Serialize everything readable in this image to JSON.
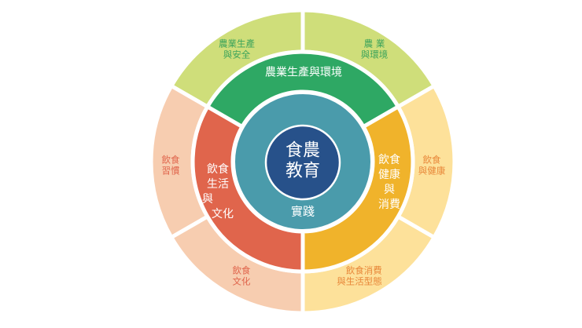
{
  "diagram": {
    "type": "concentric-ring-diagram",
    "center": {
      "title_line1": "食農",
      "title_line2": "教育",
      "practice_label": "實踐"
    },
    "middle_ring": [
      {
        "id": "agri",
        "label": "農業生產與環境",
        "color": "#2ea864"
      },
      {
        "id": "life",
        "label_lines": [
          "飲食",
          "生活",
          "與",
          "文化"
        ],
        "color": "#e0654c"
      },
      {
        "id": "health",
        "label_lines": [
          "飲食",
          "健康",
          "與",
          "消費"
        ],
        "color": "#f0b32b"
      }
    ],
    "outer_ring": [
      {
        "id": "agri-safety",
        "parent": "agri",
        "lines": [
          "農業生產",
          "與安全"
        ],
        "color": "#cfde7a",
        "text_color": "#3aa35a"
      },
      {
        "id": "agri-env",
        "parent": "agri",
        "lines": [
          "農 業",
          "與環境"
        ],
        "color": "#cfde7a",
        "text_color": "#3aa35a"
      },
      {
        "id": "diet-habit",
        "parent": "life",
        "lines": [
          "飲食",
          "習慣"
        ],
        "color": "#f7cdb0",
        "text_color": "#e0654c"
      },
      {
        "id": "diet-culture",
        "parent": "life",
        "lines": [
          "飲食",
          "文化"
        ],
        "color": "#f7cdb0",
        "text_color": "#e0654c"
      },
      {
        "id": "diet-health",
        "parent": "health",
        "lines": [
          "飲食",
          "與健康"
        ],
        "color": "#fde19a",
        "text_color": "#e8883a"
      },
      {
        "id": "diet-consumption",
        "parent": "health",
        "lines": [
          "飲食消費",
          "與生活型態"
        ],
        "color": "#fde19a",
        "text_color": "#e8883a"
      }
    ],
    "colors": {
      "core": "#27518a",
      "teal_ring": "#4a9bab",
      "background": "#ffffff"
    }
  }
}
